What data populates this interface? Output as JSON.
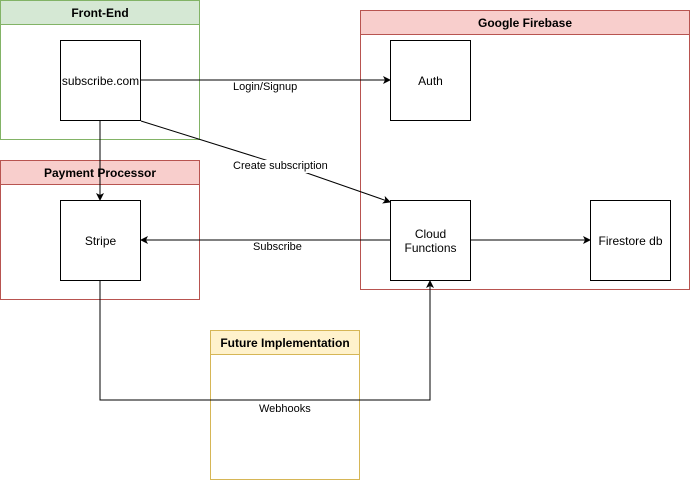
{
  "containers": {
    "frontend": "Front-End",
    "payment": "Payment Processor",
    "firebase": "Google Firebase",
    "future": "Future Implementation"
  },
  "nodes": {
    "subscribe": "subscribe.com",
    "stripe": "Stripe",
    "auth": "Auth",
    "cloud_functions": "Cloud Functions",
    "firestore": "Firestore db"
  },
  "edges": {
    "login": "Login/Signup",
    "create": "Create subscription",
    "subscribe": "Subscribe",
    "webhooks": "Webhooks"
  },
  "colors": {
    "green_fill": "#d5e8d4",
    "green_stroke": "#82b366",
    "red_fill": "#f8cecc",
    "red_stroke": "#b85450",
    "yellow_fill": "#fff2cc",
    "yellow_stroke": "#d6b656"
  }
}
